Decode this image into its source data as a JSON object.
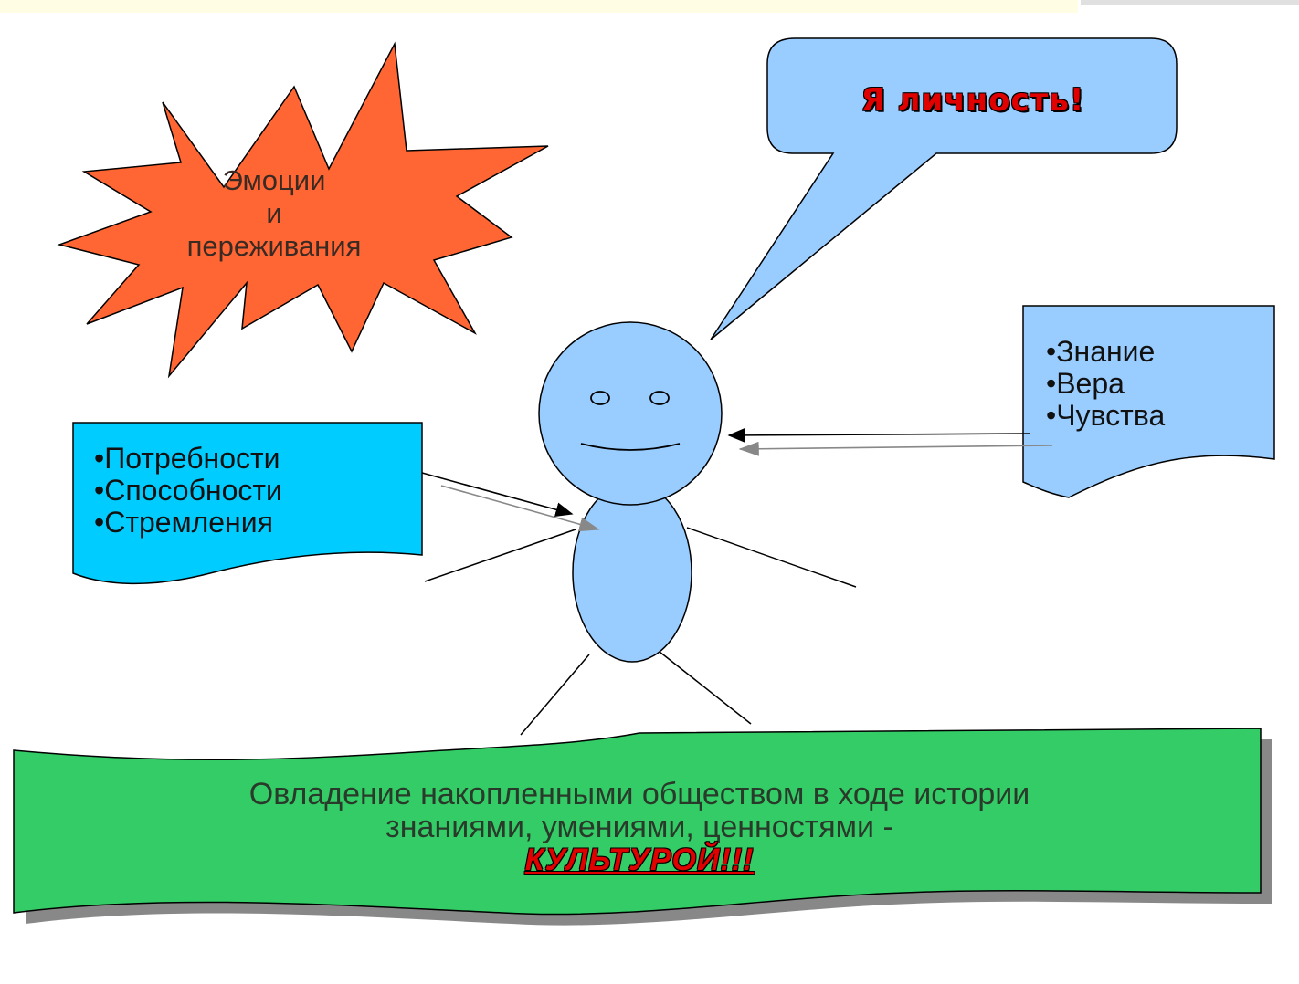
{
  "burst": {
    "lines": [
      "Эмоции",
      "и",
      "переживания"
    ],
    "color": "#ff6633"
  },
  "speech": {
    "text": "Я личность!",
    "color": "#99ccff"
  },
  "right_note": {
    "items": [
      "Знание",
      "Вера",
      "Чувства"
    ],
    "color": "#99ccff"
  },
  "left_note": {
    "items": [
      "Потребности",
      "Способности",
      "Стремления"
    ],
    "color": "#00ccff"
  },
  "figure": {
    "color": "#99ccff"
  },
  "banner": {
    "line1": "Овладение накопленными обществом в ходе истории",
    "line2": "знаниями, умениями, ценностями -",
    "emphasis": "КУЛЬТУРОЙ!!!",
    "color": "#33cc66"
  }
}
